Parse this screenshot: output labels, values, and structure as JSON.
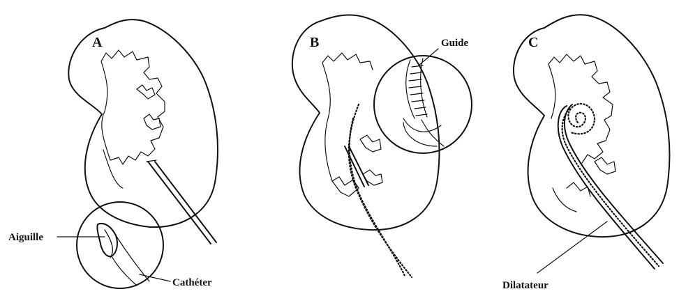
{
  "panels": {
    "a": {
      "letter": "A"
    },
    "b": {
      "letter": "B"
    },
    "c": {
      "letter": "C"
    }
  },
  "labels": {
    "aiguille": "Aiguille",
    "catheter": "Cathéter",
    "guide": "Guide",
    "dilatateur": "Dilatateur"
  },
  "colors": {
    "ink": "#111111",
    "background": "#ffffff"
  }
}
